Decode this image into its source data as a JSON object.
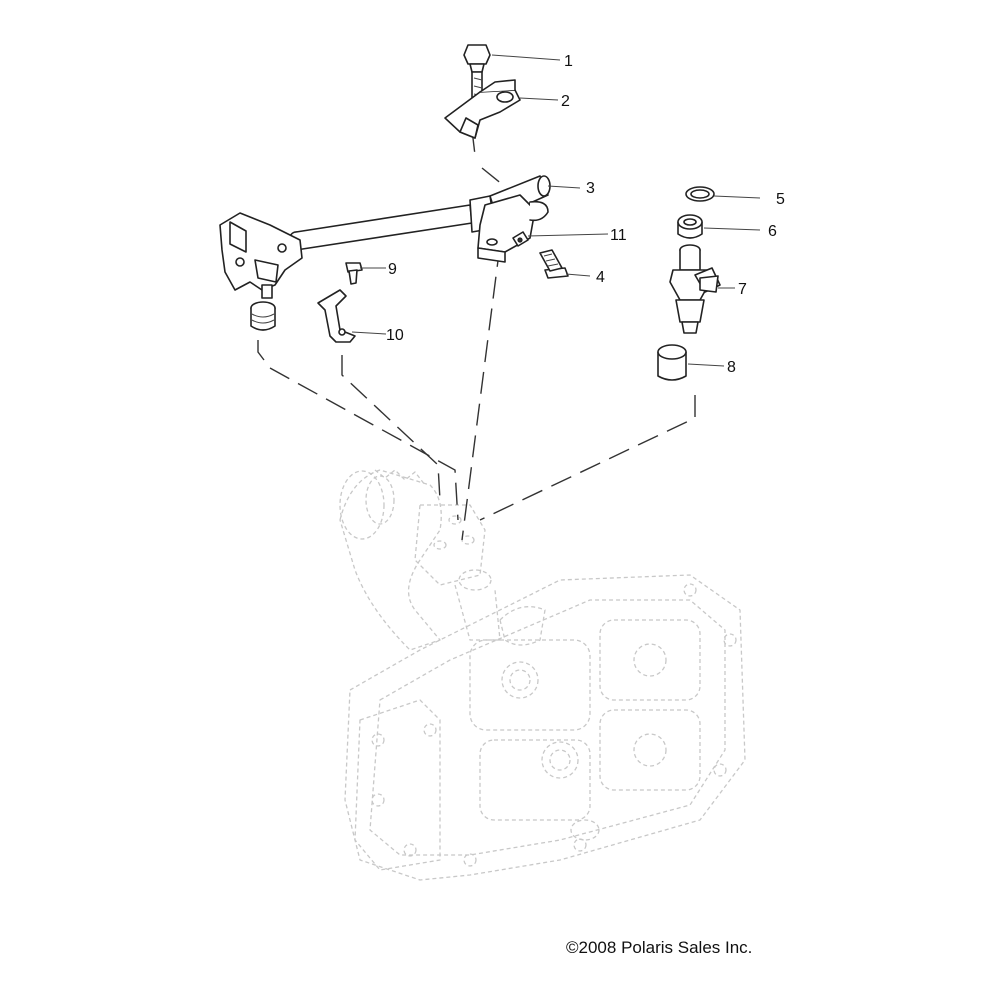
{
  "callouts": {
    "c1": "1",
    "c2": "2",
    "c3": "3",
    "c4": "4",
    "c5": "5",
    "c6": "6",
    "c7": "7",
    "c8": "8",
    "c9": "9",
    "c10": "10",
    "c11": "11"
  },
  "footer": {
    "copyright": "©2008 Polaris Sales Inc."
  }
}
